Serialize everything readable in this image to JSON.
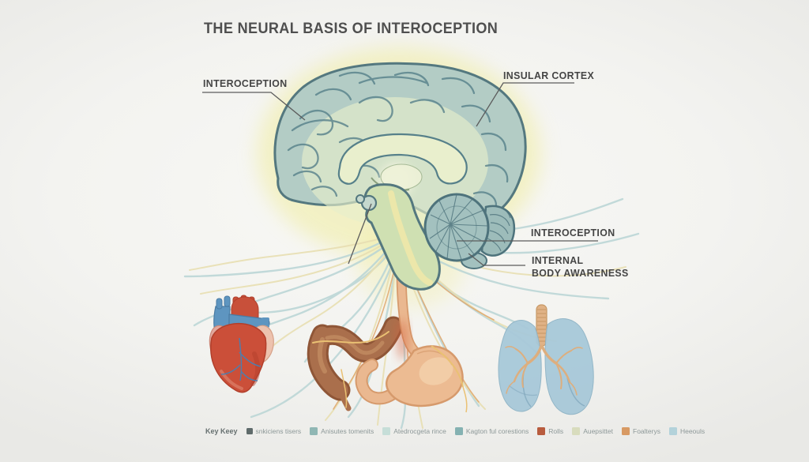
{
  "title": "THE NEURAL BASIS OF INTEROCEPTION",
  "annotations": {
    "interoception_left": "INTEROCEPTION",
    "insular_cortex": "INSULAR CORTEX",
    "interoception_right": "INTEROCEPTION",
    "internal_body_awareness": {
      "line1": "INTERNAL",
      "line2": "BODY AWARENESS"
    }
  },
  "illustration": {
    "brain": "sagittal-brain",
    "organs": [
      "heart",
      "intestine",
      "stomach",
      "lungs"
    ],
    "glow_color": "#f0eda6",
    "brain_fill": "#b3ccc5",
    "brain_outline": "#54787f",
    "nerve_fiber_colors": [
      "#b9d5d5",
      "#e8dfb2",
      "#e0a76d"
    ]
  },
  "legend": {
    "prefix": "Key Keey",
    "items": [
      {
        "label": "snkiciens tisers",
        "swatch": "#5f6b6b"
      },
      {
        "label": "Anisutes tomenits",
        "swatch": "#90b7b4"
      },
      {
        "label": "Atedrocgeta rince",
        "swatch": "#c6ded8"
      },
      {
        "label": "Kagton ful corestions",
        "swatch": "#85b2b2"
      },
      {
        "label": "Rolls",
        "swatch": "#b85c3e"
      },
      {
        "label": "Auepsittet",
        "swatch": "#d8dcbd"
      },
      {
        "label": "Foalterys",
        "swatch": "#d89a63"
      },
      {
        "label": "Heeouls",
        "swatch": "#b3d2da"
      }
    ]
  }
}
